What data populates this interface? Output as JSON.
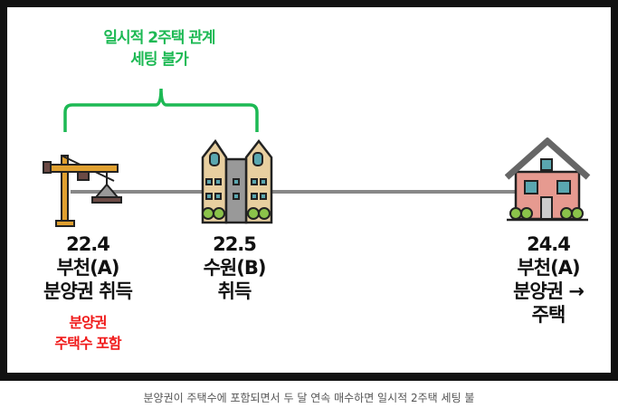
{
  "annotation": {
    "line1": "일시적 2주택 관계",
    "line2": "세팅 불가"
  },
  "events": [
    {
      "date": "22.4",
      "line1": "부천(A)",
      "line2": "분양권 취득",
      "note1": "분양권",
      "note2": "주택수 포함"
    },
    {
      "date": "22.5",
      "line1": "수원(B)",
      "line2": "취득"
    },
    {
      "date": "24.4",
      "line1": "부천(A)",
      "line2": "분양권 →",
      "line3": "주택"
    }
  ],
  "caption": "분양권이 주택수에 포함되면서 두 달 연속 매수하면 일시적 2주택 세팅 불",
  "colors": {
    "green": "#1db954",
    "red": "#f01a1a",
    "line": "#888888"
  }
}
